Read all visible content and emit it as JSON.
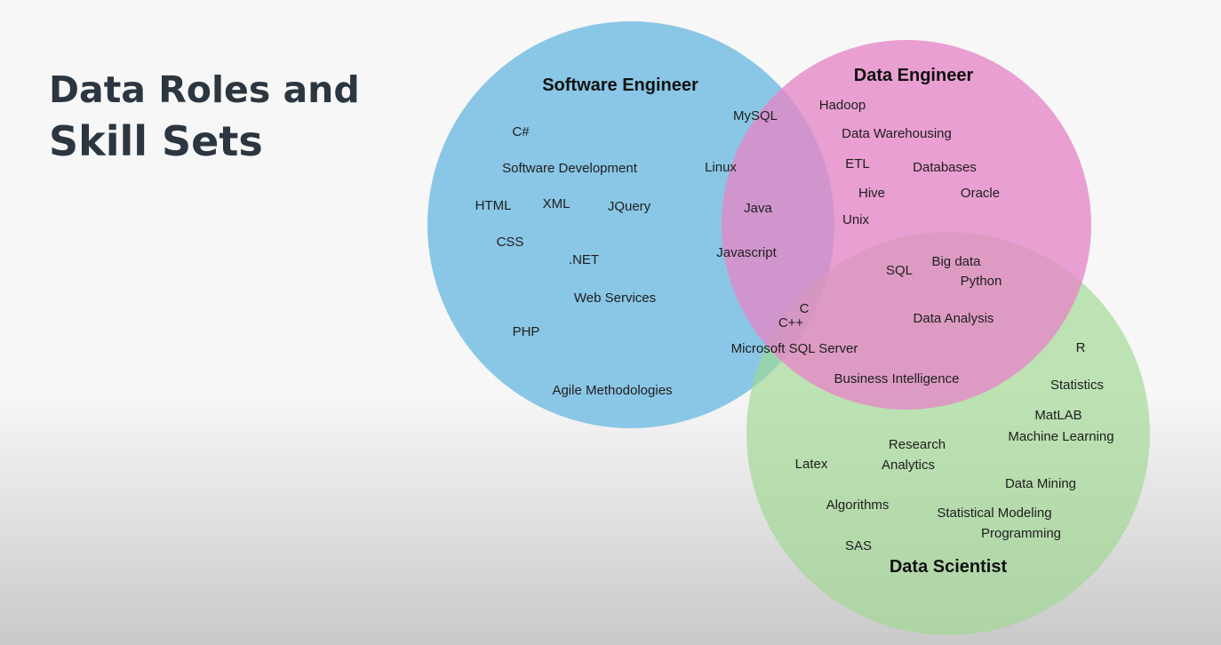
{
  "slide": {
    "title_line1": "Data Roles and",
    "title_line2": "Skill Sets"
  },
  "colors": {
    "software_engineer": "#84c3e4",
    "data_engineer": "#e587c6",
    "data_scientist": "#a0d794",
    "title_text": "#2b3640"
  },
  "diagram": {
    "software_engineer": {
      "label": "Software Engineer",
      "skills": [
        "C#",
        "Software Development",
        "HTML",
        "XML",
        "JQuery",
        "CSS",
        ".NET",
        "Web Services",
        "PHP",
        "Agile Methodologies"
      ]
    },
    "data_engineer": {
      "label": "Data Engineer",
      "skills": [
        "Hadoop",
        "Data Warehousing",
        "ETL",
        "Databases",
        "Hive",
        "Oracle",
        "Unix"
      ]
    },
    "data_scientist": {
      "label": "Data Scientist",
      "skills": [
        "R",
        "Statistics",
        "MatLAB",
        "Machine Learning",
        "Research",
        "Analytics",
        "Latex",
        "Data Mining",
        "Algorithms",
        "Statistical Modeling",
        "Programming",
        "SAS"
      ]
    },
    "software_and_data_engineer": {
      "skills": [
        "MySQL",
        "Linux",
        "Java",
        "Javascript"
      ]
    },
    "data_engineer_and_data_scientist": {
      "skills": [
        "SQL",
        "Big data",
        "Python",
        "Data Analysis",
        "Business Intelligence"
      ]
    },
    "all_three": {
      "skills": [
        "C",
        "C++",
        "Microsoft SQL Server"
      ]
    }
  }
}
